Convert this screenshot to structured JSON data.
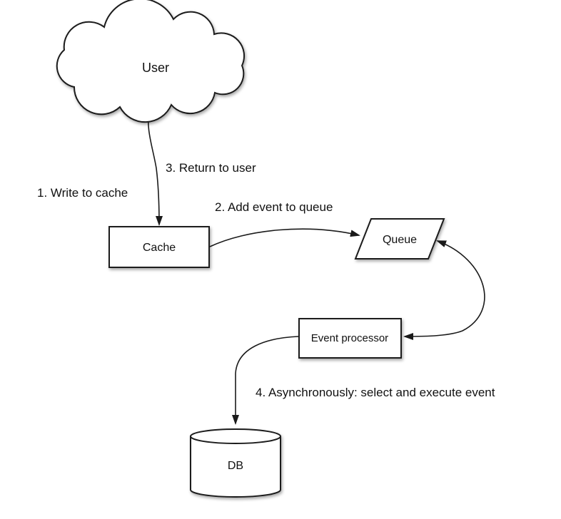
{
  "diagram": {
    "type": "flow-diagram",
    "description": "write-behind cache flow",
    "background_color": "#ffffff",
    "stroke_color": "#1a1a1a",
    "shape_fill_color": "#ffffff",
    "text_color": "#111111",
    "nodes": {
      "user": {
        "label": "User",
        "shape": "cloud"
      },
      "cache": {
        "label": "Cache",
        "shape": "rectangle"
      },
      "queue": {
        "label": "Queue",
        "shape": "parallelogram"
      },
      "event_processor": {
        "label": "Event processor",
        "shape": "rectangle"
      },
      "db": {
        "label": "DB",
        "shape": "cylinder"
      }
    },
    "edge_labels": {
      "step1": "1. Write to cache",
      "step2": "2. Add event to queue",
      "step3": "3. Return to user",
      "step4": "4. Asynchronously: select and execute event"
    },
    "edges": [
      {
        "from": "user",
        "to": "cache",
        "style": "curved-arrow",
        "labels": [
          "1. Write to cache",
          "3. Return to user"
        ]
      },
      {
        "from": "cache",
        "to": "queue",
        "style": "curved-arrow",
        "labels": [
          "2. Add event to queue"
        ]
      },
      {
        "from": "event_processor",
        "to": "queue",
        "style": "curved-double-arrow",
        "labels": []
      },
      {
        "from": "event_processor",
        "to": "db",
        "style": "curved-arrow",
        "labels": [
          "4. Asynchronously: select and execute event"
        ]
      }
    ]
  }
}
